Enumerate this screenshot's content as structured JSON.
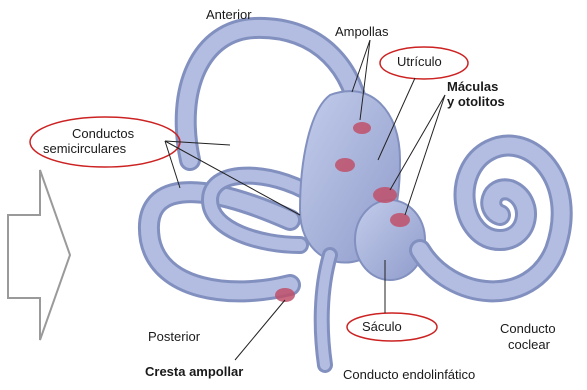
{
  "labels": {
    "anterior": "Anterior",
    "ampollas": "Ampollas",
    "utriculo": "Utrículo",
    "maculas_line1": "Máculas",
    "maculas_line2": "y otolitos",
    "conductos_line1": "Conductos",
    "conductos_line2": "semicirculares",
    "posterior": "Posterior",
    "cresta_ampollar": "Cresta ampollar",
    "saculo": "Sáculo",
    "conducto_coclear_line1": "Conducto",
    "conducto_coclear_line2": "coclear",
    "conducto_endolinfatico": "Conducto endolinfático"
  },
  "colors": {
    "membrane": "#a8b4d8",
    "membrane_stroke": "#8290bf",
    "highlight_ellipse": "#cc2222",
    "sensory_patch": "#c0506a",
    "arrow_outline": "#9a9a9a"
  },
  "icons": {
    "left_arrow": "right-arrow-icon"
  }
}
